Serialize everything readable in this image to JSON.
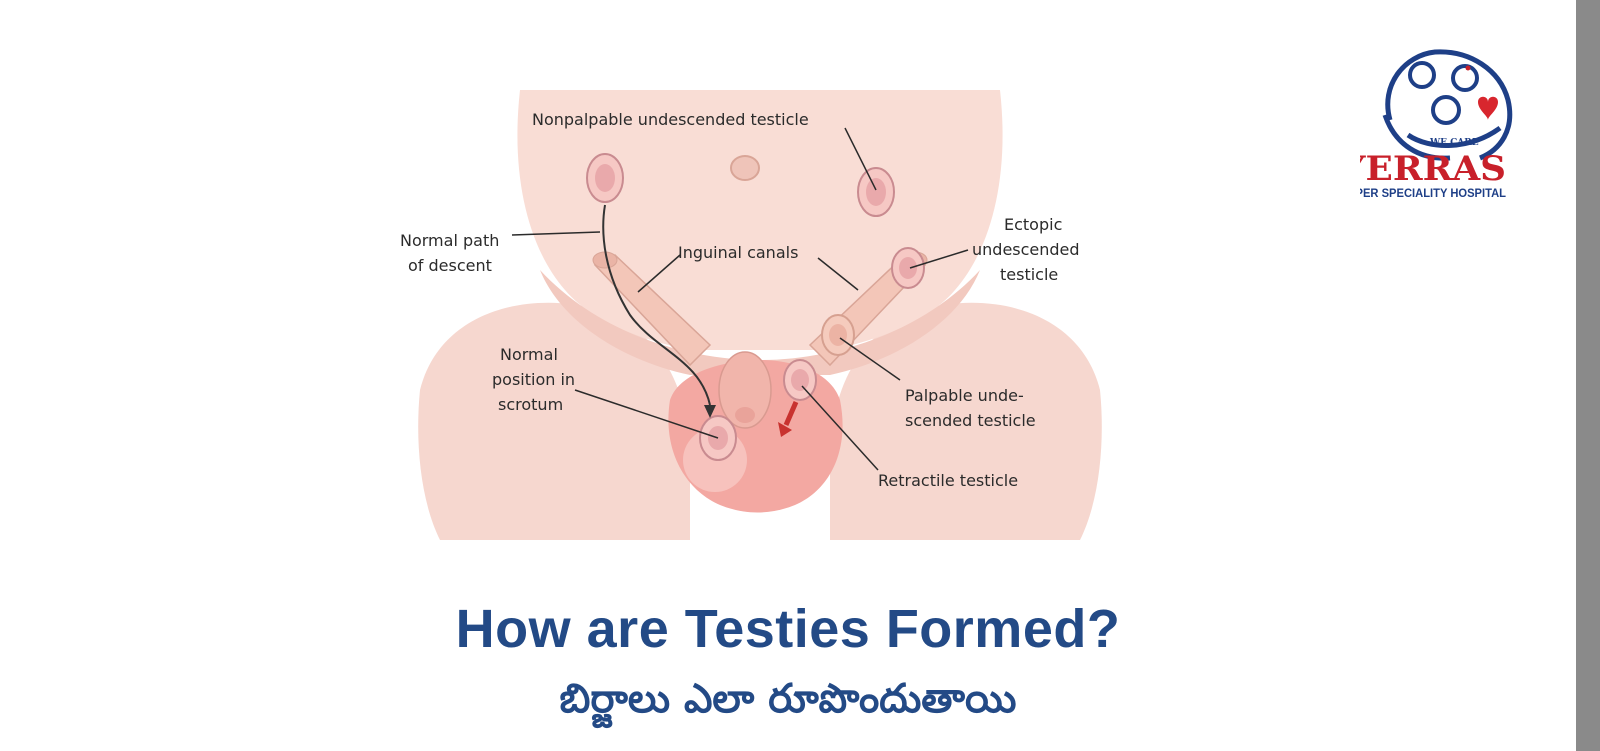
{
  "diagram": {
    "labels": {
      "nonpalpable": "Nonpalpable undescended testicle",
      "normal_path_line1": "Normal path",
      "normal_path_line2": "of descent",
      "inguinal": "Inguinal canals",
      "ectopic_line1": "Ectopic",
      "ectopic_line2": "undescended",
      "ectopic_line3": "testicle",
      "normal_pos_line1": "Normal",
      "normal_pos_line2": "position in",
      "normal_pos_line3": "scrotum",
      "palpable_line1": "Palpable unde-",
      "palpable_line2": "scended testicle",
      "retractile": "Retractile testicle"
    }
  },
  "logo": {
    "tagline": "WE CARE",
    "name": "YERRAS",
    "subtitle": "SUPER SPECIALITY HOSPITAL"
  },
  "heading": {
    "title": "How are Testies Formed?",
    "subtitle_telugu": "బిర్జాలు ఎలా రూపొందుతాయి"
  },
  "colors": {
    "title": "#234a86",
    "logo_red": "#c8202a",
    "logo_blue": "#1e3f87"
  }
}
